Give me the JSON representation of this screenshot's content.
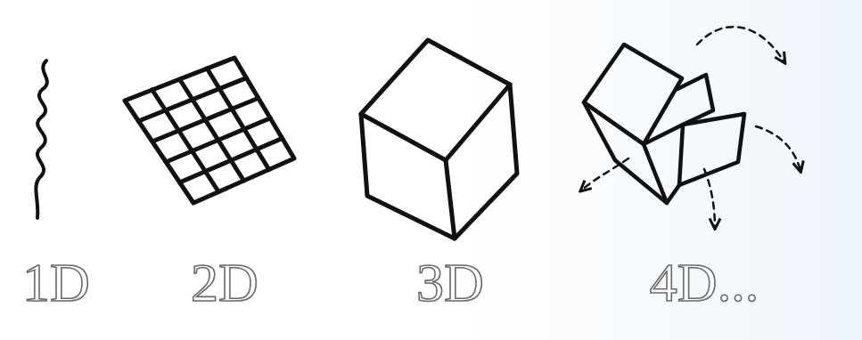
{
  "diagram": {
    "labels": [
      "1D",
      "2D",
      "3D",
      "4D..."
    ]
  }
}
